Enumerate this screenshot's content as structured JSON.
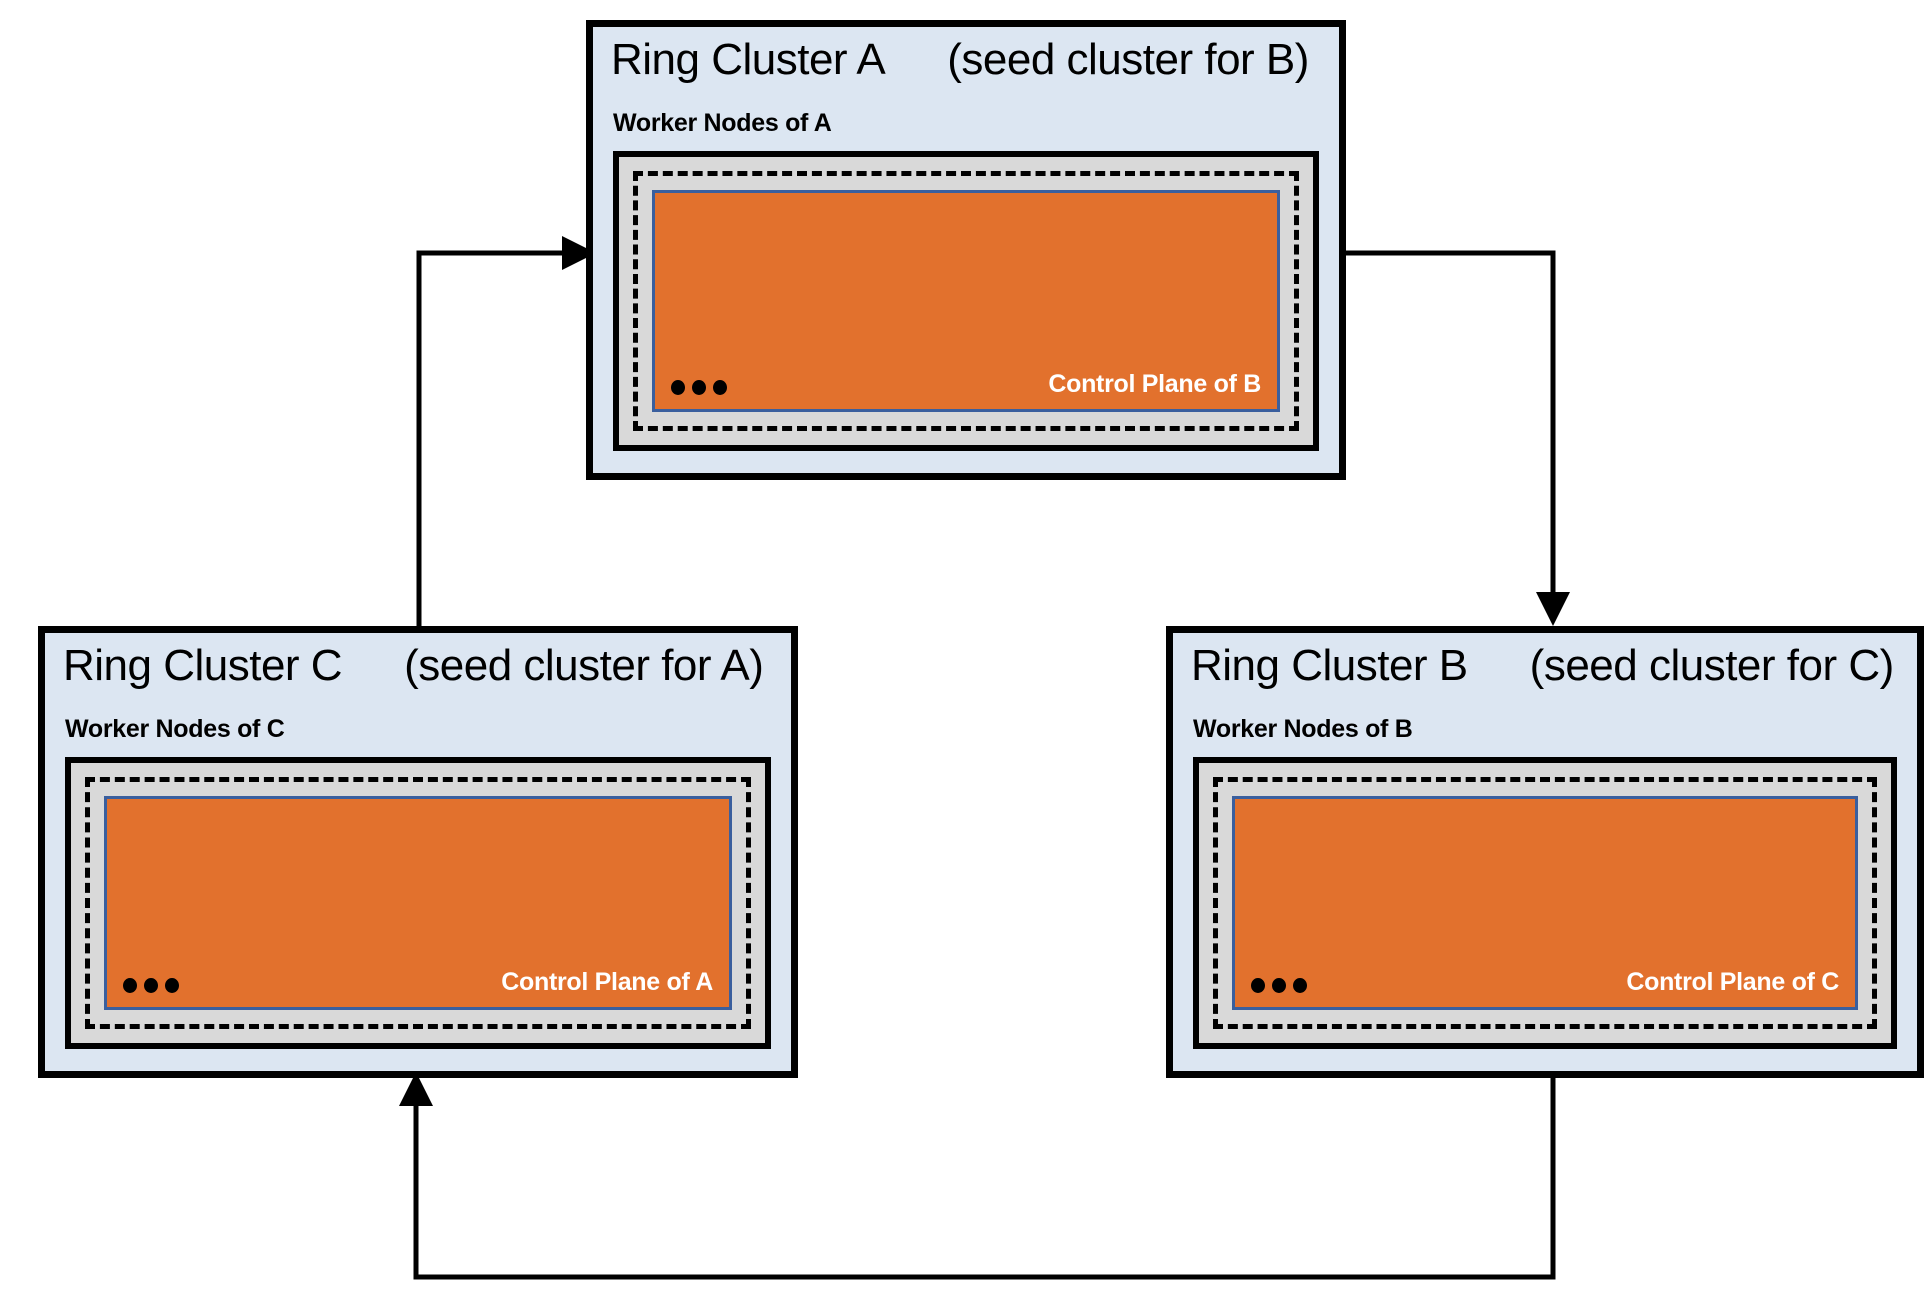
{
  "diagram": {
    "type": "ring-cluster-topology",
    "title_visible": false,
    "colors": {
      "cluster_fill": "#dce6f2",
      "cluster_border": "#000000",
      "worker_fill": "#d9d9d9",
      "worker_border": "#000000",
      "dashed_border": "#000000",
      "control_plane_fill": "#e2712d",
      "control_plane_border": "#3a5f9e",
      "control_plane_text": "#ffffff",
      "arrow": "#000000"
    }
  },
  "clusters": [
    {
      "id": "A",
      "title": "Ring Cluster A",
      "seed_note": "(seed cluster for B)",
      "worker_label": "Worker Nodes of A",
      "control_plane_label": "Control Plane of B",
      "ellipsis": "•••"
    },
    {
      "id": "C",
      "title": "Ring Cluster C",
      "seed_note": "(seed cluster for A)",
      "worker_label": "Worker Nodes of C",
      "control_plane_label": "Control Plane of A",
      "ellipsis": "•••"
    },
    {
      "id": "B",
      "title": "Ring Cluster B",
      "seed_note": "(seed cluster for C)",
      "worker_label": "Worker Nodes of B",
      "control_plane_label": "Control Plane of C",
      "ellipsis": "•••"
    }
  ],
  "arrows": [
    {
      "id": "c-to-a",
      "from": "Ring Cluster C",
      "to": "Ring Cluster A",
      "label": ""
    },
    {
      "id": "a-to-b",
      "from": "Ring Cluster A",
      "to": "Ring Cluster B",
      "label": ""
    },
    {
      "id": "b-to-c",
      "from": "Ring Cluster B",
      "to": "Ring Cluster C",
      "label": ""
    }
  ]
}
